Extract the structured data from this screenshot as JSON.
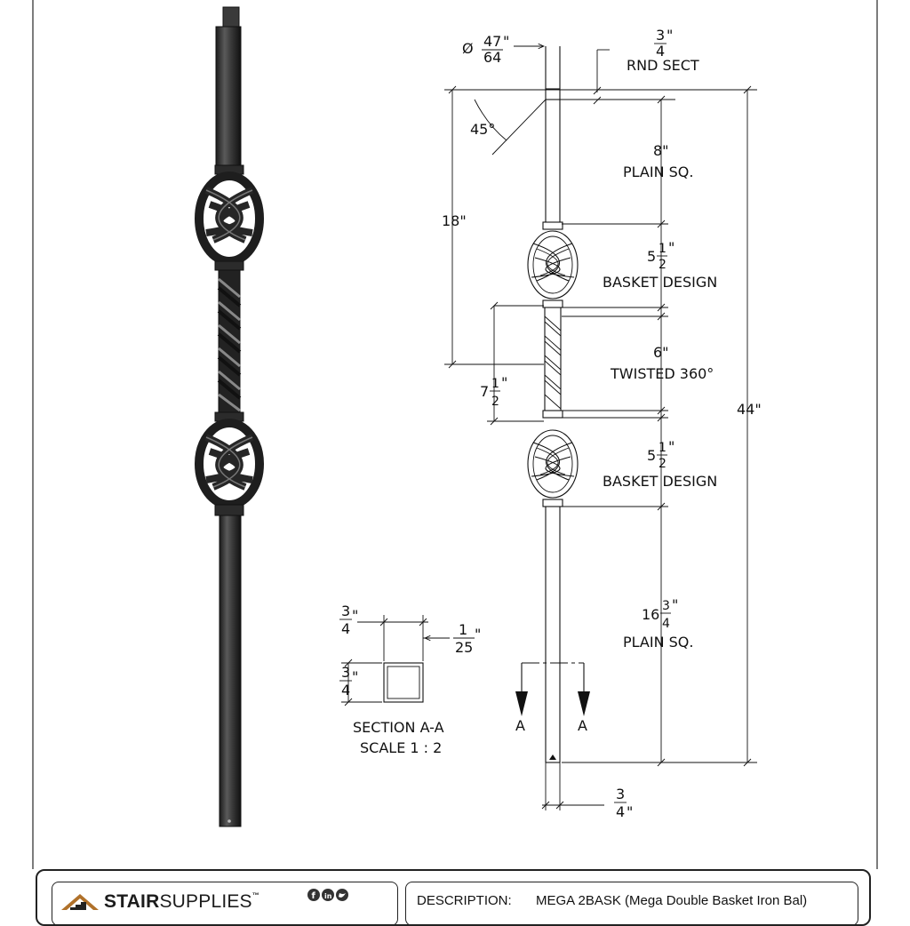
{
  "drawing": {
    "dims": {
      "diameter": {
        "num": "47",
        "den": "64",
        "unit": "\""
      },
      "rnd_sect": {
        "num": "3",
        "den": "4",
        "unit": "\"",
        "label": "RND SECT"
      },
      "angle": "45°",
      "total_18": "18\"",
      "plain_top": {
        "value": "8\"",
        "label": "PLAIN SQ."
      },
      "basket_top": {
        "whole": "5",
        "num": "1",
        "den": "2",
        "unit": "\"",
        "label": "BASKET DESIGN"
      },
      "twisted": {
        "value": "6\"",
        "label": "TWISTED 360°"
      },
      "seven_half": {
        "whole": "7",
        "num": "1",
        "den": "2",
        "unit": "\""
      },
      "basket_bottom": {
        "whole": "5",
        "num": "1",
        "den": "2",
        "unit": "\"",
        "label": "BASKET DESIGN"
      },
      "total_44": "44\"",
      "plain_bottom": {
        "whole": "16",
        "num": "3",
        "den": "4",
        "unit": "\"",
        "label": "PLAIN SQ."
      },
      "bottom_width": {
        "num": "3",
        "den": "4",
        "unit": "\""
      },
      "section_arrow_left": "A",
      "section_arrow_right": "A"
    },
    "section": {
      "width": {
        "num": "3",
        "den": "4",
        "unit": "\""
      },
      "height": {
        "num": "3",
        "den": "4",
        "unit": "\""
      },
      "wall": {
        "num": "1",
        "den": "25",
        "unit": "\""
      },
      "title": "SECTION A-A",
      "scale": "SCALE 1 : 2"
    }
  },
  "title_block": {
    "brand_bold": "STAIR",
    "brand_rest": "SUPPLIES",
    "trademark": "™",
    "description_label": "DESCRIPTION:",
    "description_value": "MEGA 2BASK (Mega Double Basket Iron Bal)"
  }
}
